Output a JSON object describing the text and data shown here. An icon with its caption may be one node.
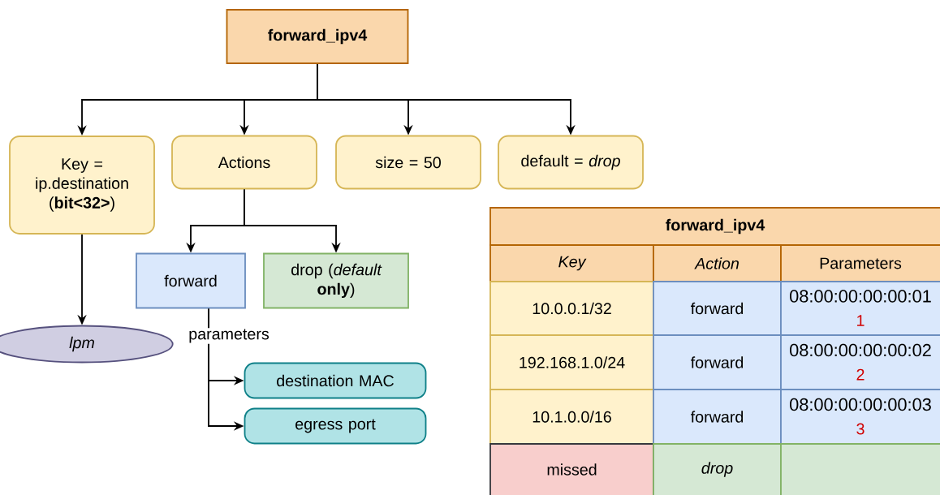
{
  "diagram": {
    "nodes": [
      {
        "text": [
          "forward_ipv4"
        ]
      },
      {
        "text": [
          "Key = ip.destination (**bit<32>**)"
        ]
      },
      {
        "text": [
          "Actions"
        ]
      },
      {
        "text": [
          "size = 50"
        ]
      },
      {
        "text": [
          "default = *drop*"
        ]
      },
      {
        "text": [
          "lpm"
        ]
      },
      {
        "text": [
          "forward"
        ]
      },
      {
        "text": [
          "drop (*default* **only**)"
        ]
      },
      {
        "text": [
          "destination MAC"
        ]
      },
      {
        "text": [
          "egress port"
        ]
      }
    ],
    "edges": [
      {
        "from": 0,
        "to": 1,
        "arrow": "to"
      },
      {
        "from": 0,
        "to": 2,
        "arrow": "to"
      },
      {
        "from": 0,
        "to": 3,
        "arrow": "to"
      },
      {
        "from": 0,
        "to": 4,
        "arrow": "to"
      },
      {
        "from": 1,
        "to": 5,
        "arrow": "to"
      },
      {
        "from": 2,
        "to": 6,
        "arrow": "to"
      },
      {
        "from": 2,
        "to": 7,
        "arrow": "to"
      },
      {
        "from": 6,
        "to": 8,
        "arrow": "to",
        "label": "parameters"
      },
      {
        "from": 6,
        "to": 9,
        "arrow": "to"
      }
    ],
    "labels": [
      "forward_ipv4",
      "Key",
      "Action",
      "Parameters",
      "10.0.0.1/32",
      "forward",
      "08:00:00:00:00:01",
      "1",
      "192.168.1.0/24",
      "forward",
      "08:00:00:00:00:02",
      "2",
      "10.1.0.0/16",
      "forward",
      "08:00:00:00:00:03",
      "3",
      "missed",
      "drop"
    ]
  }
}
